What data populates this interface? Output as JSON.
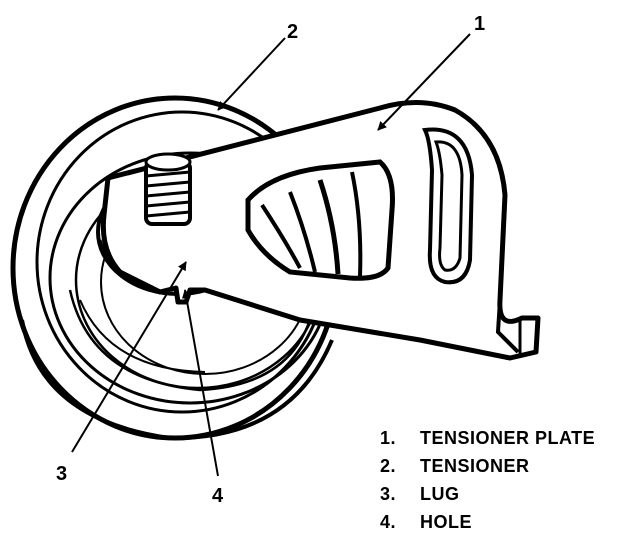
{
  "callouts": [
    {
      "number": "1"
    },
    {
      "number": "2"
    },
    {
      "number": "3"
    },
    {
      "number": "4"
    }
  ],
  "legend": [
    {
      "number": "1.",
      "label": "TENSIONER PLATE"
    },
    {
      "number": "2.",
      "label": "TENSIONER"
    },
    {
      "number": "3.",
      "label": "LUG"
    },
    {
      "number": "4.",
      "label": "HOLE"
    }
  ]
}
